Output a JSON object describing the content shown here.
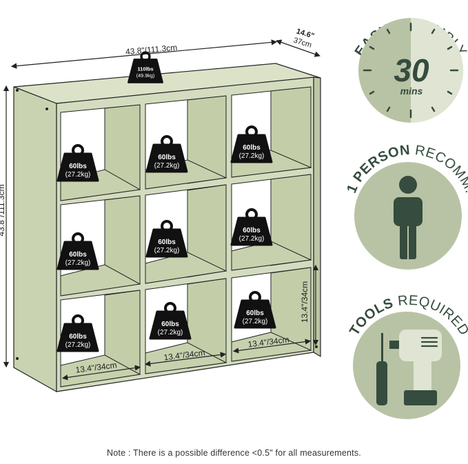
{
  "dimensions": {
    "width": "43.8\"/111.3cm",
    "height": "43.8\"/111.3cm",
    "depth_in": "14.6\"",
    "depth_cm": "37cm",
    "cube_width": "13.4\"/34cm",
    "cube_height": "13.4\"/34cm"
  },
  "weights": {
    "top": {
      "lbs": "110lbs",
      "kg": "(49.9kg)"
    },
    "cube": {
      "lbs": "60lbs",
      "kg": "(27.2kg)"
    }
  },
  "badges": {
    "assembly": {
      "title_bold": "EASY",
      "title_rest": " ASSEMBLY",
      "number": "30",
      "unit": "mins"
    },
    "person": {
      "title_bold": "1 PERSON",
      "title_rest": " RECOMM."
    },
    "tools": {
      "title_bold": "TOOLS",
      "title_rest": " REQUIRED"
    }
  },
  "colors": {
    "shelf": "#d3dcbf",
    "shelf_dark": "#bcc8a4",
    "badge": "#b8c3a5",
    "badge_light": "#dfe5d2",
    "icon": "#354c3e"
  },
  "note": "Note : There is a possible difference <0.5\" for all measurements."
}
